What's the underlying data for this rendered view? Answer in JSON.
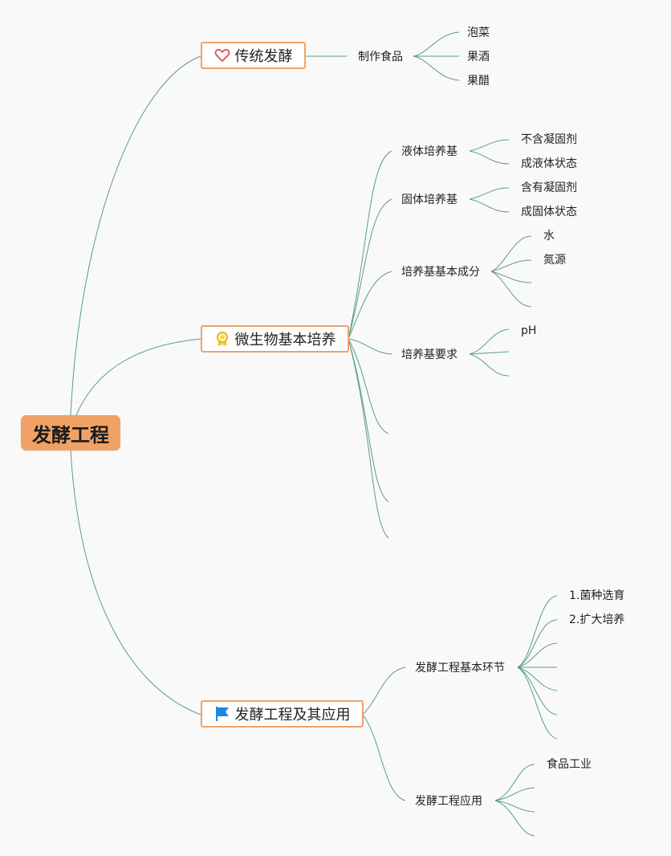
{
  "root": {
    "label": "发酵工程"
  },
  "topics": [
    {
      "label": "传统发酵",
      "icon": "heart-icon",
      "children": [
        {
          "label": "制作食品",
          "children": [
            "泡菜",
            "果酒",
            "果醋"
          ]
        }
      ]
    },
    {
      "label": "微生物基本培养",
      "icon": "award-ribbon-icon",
      "children": [
        {
          "label": "液体培养基",
          "children": [
            "不含凝固剂",
            "成液体状态"
          ]
        },
        {
          "label": "固体培养基",
          "children": [
            "含有凝固剂",
            "成固体状态"
          ]
        },
        {
          "label": "培养基基本成分",
          "children": [
            "水",
            "氮源",
            "",
            ""
          ]
        },
        {
          "label": "培养基要求",
          "children": [
            "pH",
            "",
            ""
          ]
        },
        {
          "label": "",
          "children": []
        },
        {
          "label": "",
          "children": []
        },
        {
          "label": "",
          "children": []
        }
      ]
    },
    {
      "label": "发酵工程及其应用",
      "icon": "flag-icon",
      "children": [
        {
          "label": "发酵工程基本环节",
          "children": [
            "1.菌种选育",
            "2.扩大培养",
            "",
            "",
            "",
            ""
          ]
        },
        {
          "label": "发酵工程应用",
          "children": [
            "食品工业",
            "",
            "",
            ""
          ]
        }
      ]
    }
  ],
  "colors": {
    "root_fill": "#f0a266",
    "topic_border": "#eea36a",
    "branch_line": "#5a9e84"
  }
}
